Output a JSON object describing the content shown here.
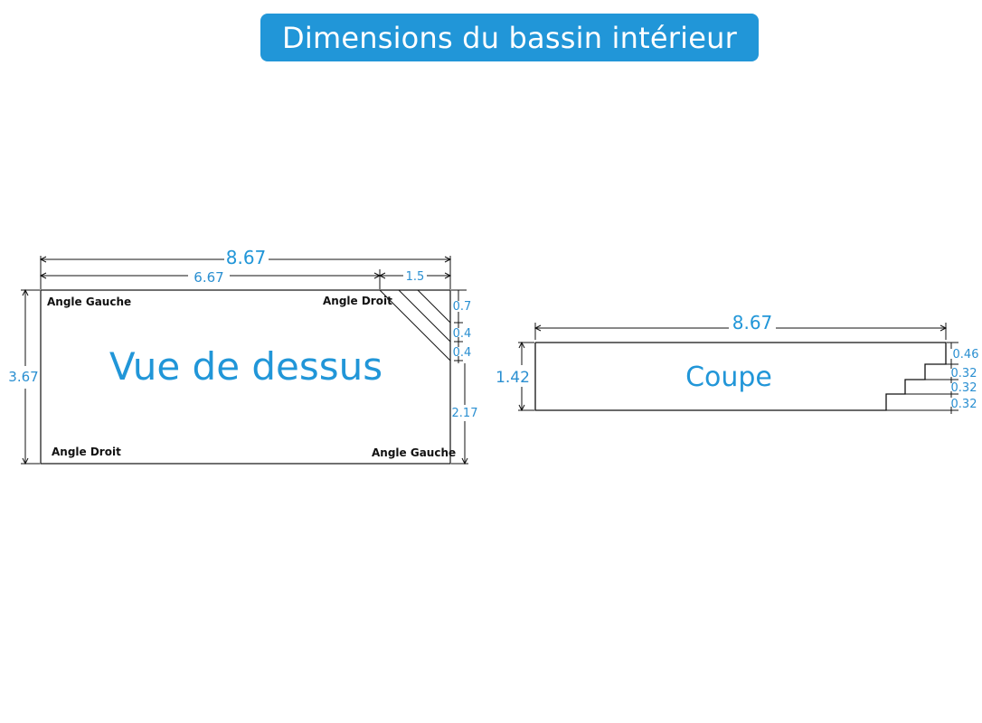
{
  "title": "Dimensions du bassin intérieur",
  "top_view": {
    "label": "Vue de dessus",
    "corners": {
      "top_left": "Angle Gauche",
      "top_right": "Angle Droit",
      "bottom_left": "Angle Droit",
      "bottom_right": "Angle Gauche"
    },
    "dims": {
      "total_length": "8.67",
      "main_length": "6.67",
      "step_length": "1.5",
      "width": "3.67",
      "right_1": "0.7",
      "right_2": "0.4",
      "right_3": "0.4",
      "right_4": "2.17"
    }
  },
  "section_view": {
    "label": "Coupe",
    "dims": {
      "length": "8.67",
      "depth": "1.42",
      "step_1": "0.46",
      "step_2": "0.32",
      "step_3": "0.32",
      "step_4": "0.32"
    }
  },
  "colors": {
    "accent": "#2196d8",
    "dimension_text": "#2a8fd1",
    "line": "#111111"
  }
}
